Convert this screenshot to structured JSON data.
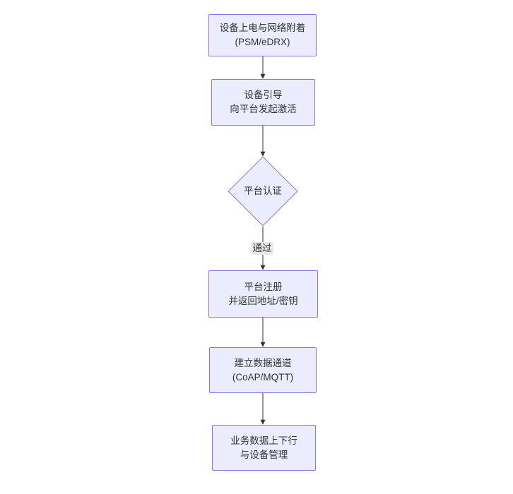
{
  "diagram": {
    "type": "flowchart",
    "direction": "top-down",
    "colors": {
      "background": "#ffffff",
      "node_fill": "#ECECFF",
      "node_border": "#9370DB",
      "edge_line": "#333333",
      "text": "#333333",
      "edge_label_bg": "#e8e8e8"
    },
    "nodes": [
      {
        "id": "A",
        "shape": "rect",
        "lines": [
          "设备上电与网络附着",
          "(PSM/eDRX)"
        ]
      },
      {
        "id": "B",
        "shape": "rect",
        "lines": [
          "设备引导",
          "向平台发起激活"
        ]
      },
      {
        "id": "C",
        "shape": "diamond",
        "lines": [
          "平台认证"
        ]
      },
      {
        "id": "D",
        "shape": "rect",
        "lines": [
          "平台注册",
          "并返回地址/密钥"
        ]
      },
      {
        "id": "E",
        "shape": "rect",
        "lines": [
          "建立数据通道",
          "(CoAP/MQTT)"
        ]
      },
      {
        "id": "F",
        "shape": "rect",
        "lines": [
          "业务数据上下行",
          "与设备管理"
        ]
      }
    ],
    "edges": [
      {
        "from": "A",
        "to": "B",
        "label": ""
      },
      {
        "from": "B",
        "to": "C",
        "label": ""
      },
      {
        "from": "C",
        "to": "D",
        "label": "通过"
      },
      {
        "from": "D",
        "to": "E",
        "label": ""
      },
      {
        "from": "E",
        "to": "F",
        "label": ""
      }
    ]
  }
}
